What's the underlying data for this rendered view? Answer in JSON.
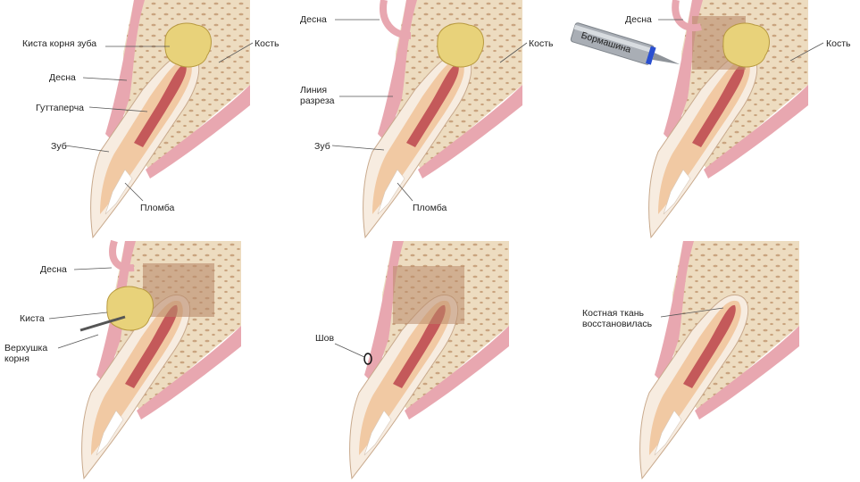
{
  "colors": {
    "bone": "#eddcc0",
    "gum": "#e8a7b0",
    "enamel": "#f7ece0",
    "dentin": "#f1c9a3",
    "canal": "#c4595a",
    "cyst": "#e8d27a"
  },
  "panels": [
    {
      "labels": {
        "cyst": "Киста корня зуба",
        "gum": "Десна",
        "guttapercha": "Гуттаперча",
        "tooth": "Зуб",
        "filling": "Пломба",
        "bone": "Кость"
      }
    },
    {
      "labels": {
        "gum": "Десна",
        "bone": "Кость",
        "incision_1": "Линия",
        "incision_2": "разреза",
        "tooth": "Зуб",
        "filling": "Пломба"
      }
    },
    {
      "labels": {
        "gum": "Десна",
        "drill": "Бормашина",
        "bone": "Кость"
      }
    },
    {
      "labels": {
        "gum": "Десна",
        "cyst": "Киста",
        "apex_1": "Верхушка",
        "apex_2": "корня"
      }
    },
    {
      "labels": {
        "suture": "Шов"
      }
    },
    {
      "labels": {
        "healed_1": "Костная ткань",
        "healed_2": "восстановилась"
      }
    }
  ]
}
